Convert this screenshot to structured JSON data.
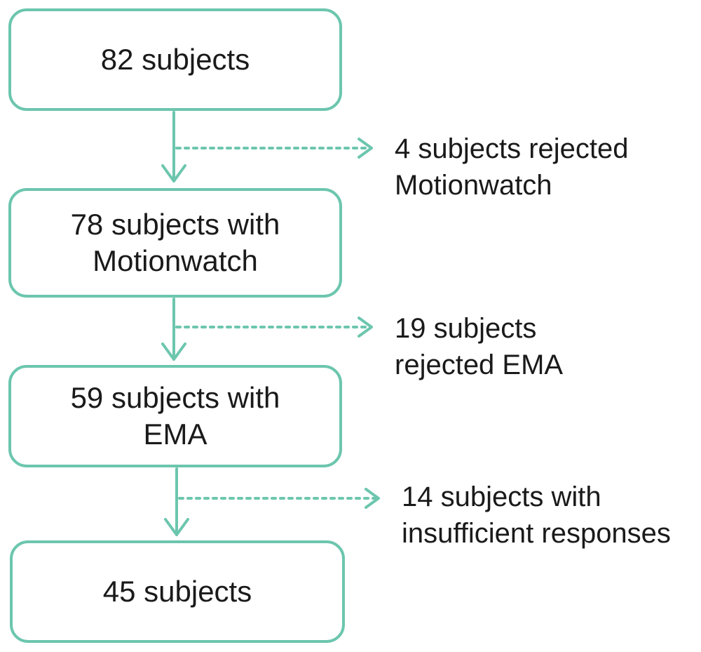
{
  "colors": {
    "accent": "#6cc6ae",
    "text": "#1a1a1a",
    "background": "#ffffff"
  },
  "steps": [
    {
      "lines": [
        "82 subjects"
      ]
    },
    {
      "lines": [
        "78 subjects with",
        "Motionwatch"
      ]
    },
    {
      "lines": [
        "59 subjects with",
        "EMA"
      ]
    },
    {
      "lines": [
        "45 subjects"
      ]
    }
  ],
  "exclusions": [
    {
      "lines": [
        "4 subjects rejected",
        "Motionwatch"
      ]
    },
    {
      "lines": [
        "19 subjects",
        "rejected EMA"
      ]
    },
    {
      "lines": [
        "14 subjects with",
        "insufficient responses"
      ]
    }
  ]
}
